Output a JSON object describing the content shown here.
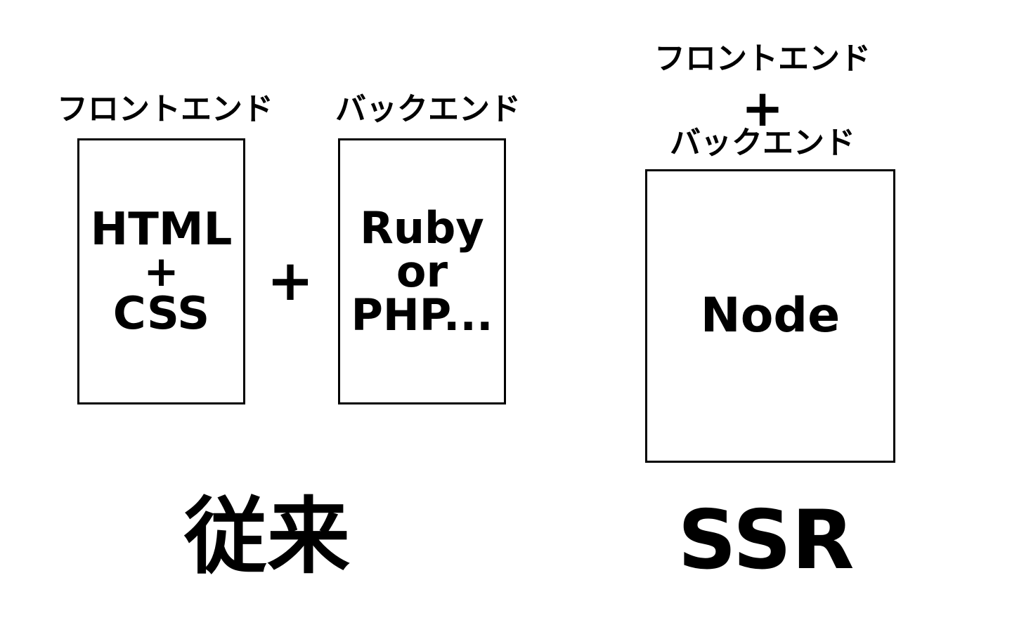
{
  "traditional": {
    "frontend_label": "フロントエンド",
    "backend_label": "バックエンド",
    "frontend_box": {
      "line1": "HTML",
      "line2": "+",
      "line3": "CSS"
    },
    "combine_symbol": "+",
    "backend_box": {
      "line1": "Ruby",
      "line2": "or",
      "line3": "PHP..."
    },
    "caption": "従来"
  },
  "ssr": {
    "frontend_label": "フロントエンド",
    "combine_symbol": "+",
    "backend_label": "バックエンド",
    "box_label": "Node",
    "caption": "SSR"
  }
}
